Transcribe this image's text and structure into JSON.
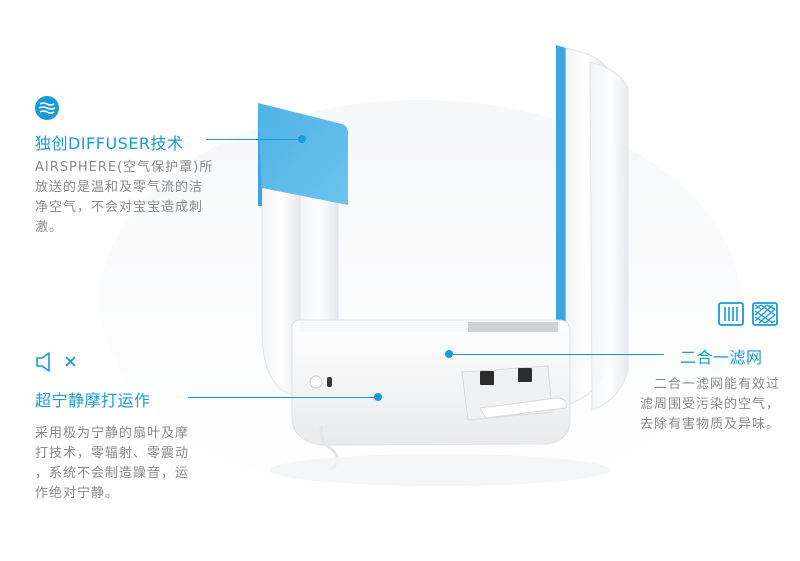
{
  "colors": {
    "accent": "#1a9ad6",
    "text_gray": "#8a8a8a",
    "pad_blue": "#5bb8e8",
    "device_white": "#ffffff"
  },
  "features": [
    {
      "icon": "wave-circle-icon",
      "title": "独创DIFFUSER技术",
      "desc_lines": [
        "AIRSPHERE(空气保护罩)所",
        "放送的是温和及零气流的洁",
        "净空气，不会对宝宝造成刺",
        "激。"
      ]
    },
    {
      "icon": "speaker-mute-icon",
      "title": "超宁静摩打运作",
      "desc_lines": [
        "采用极为宁静的扇叶及摩",
        "打技术，零辐射、零震动",
        "，系统不会制造躁音，运",
        "作绝对宁静。"
      ]
    },
    {
      "icon": "filter-icons",
      "title": "二合一滤网",
      "desc_lines": [
        "二合一滤网能有效过",
        "滤周围受污染的空气，",
        "去除有害物质及异味。"
      ]
    }
  ]
}
